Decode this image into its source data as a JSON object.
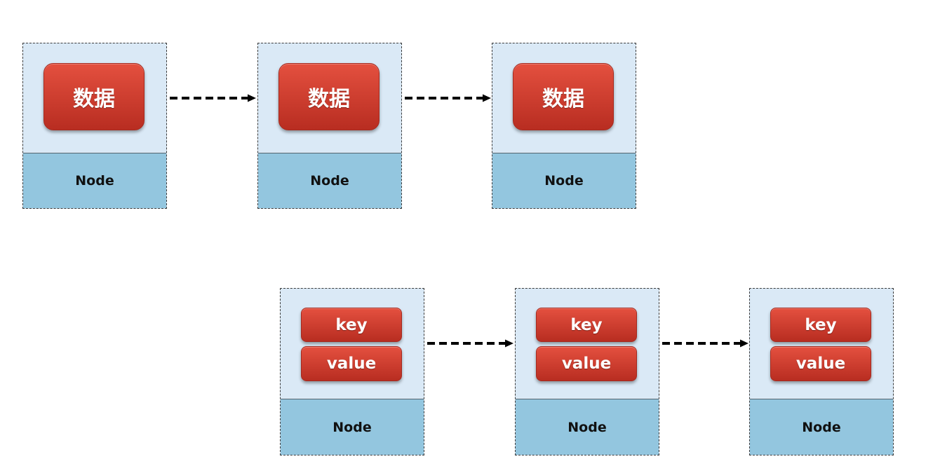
{
  "colors": {
    "node_upper_fill": "#dae9f6",
    "node_lower_fill": "#93c6df",
    "box_fill_top": "#e4503f",
    "box_fill_bottom": "#b82d21",
    "box_text": "#ffffff",
    "node_label_text": "#111111",
    "arrow": "#000000"
  },
  "top_row": {
    "nodes": [
      {
        "data_label": "数据",
        "node_label": "Node"
      },
      {
        "data_label": "数据",
        "node_label": "Node"
      },
      {
        "data_label": "数据",
        "node_label": "Node"
      }
    ]
  },
  "bottom_row": {
    "nodes": [
      {
        "key_label": "key",
        "value_label": "value",
        "node_label": "Node"
      },
      {
        "key_label": "key",
        "value_label": "value",
        "node_label": "Node"
      },
      {
        "key_label": "key",
        "value_label": "value",
        "node_label": "Node"
      }
    ]
  }
}
